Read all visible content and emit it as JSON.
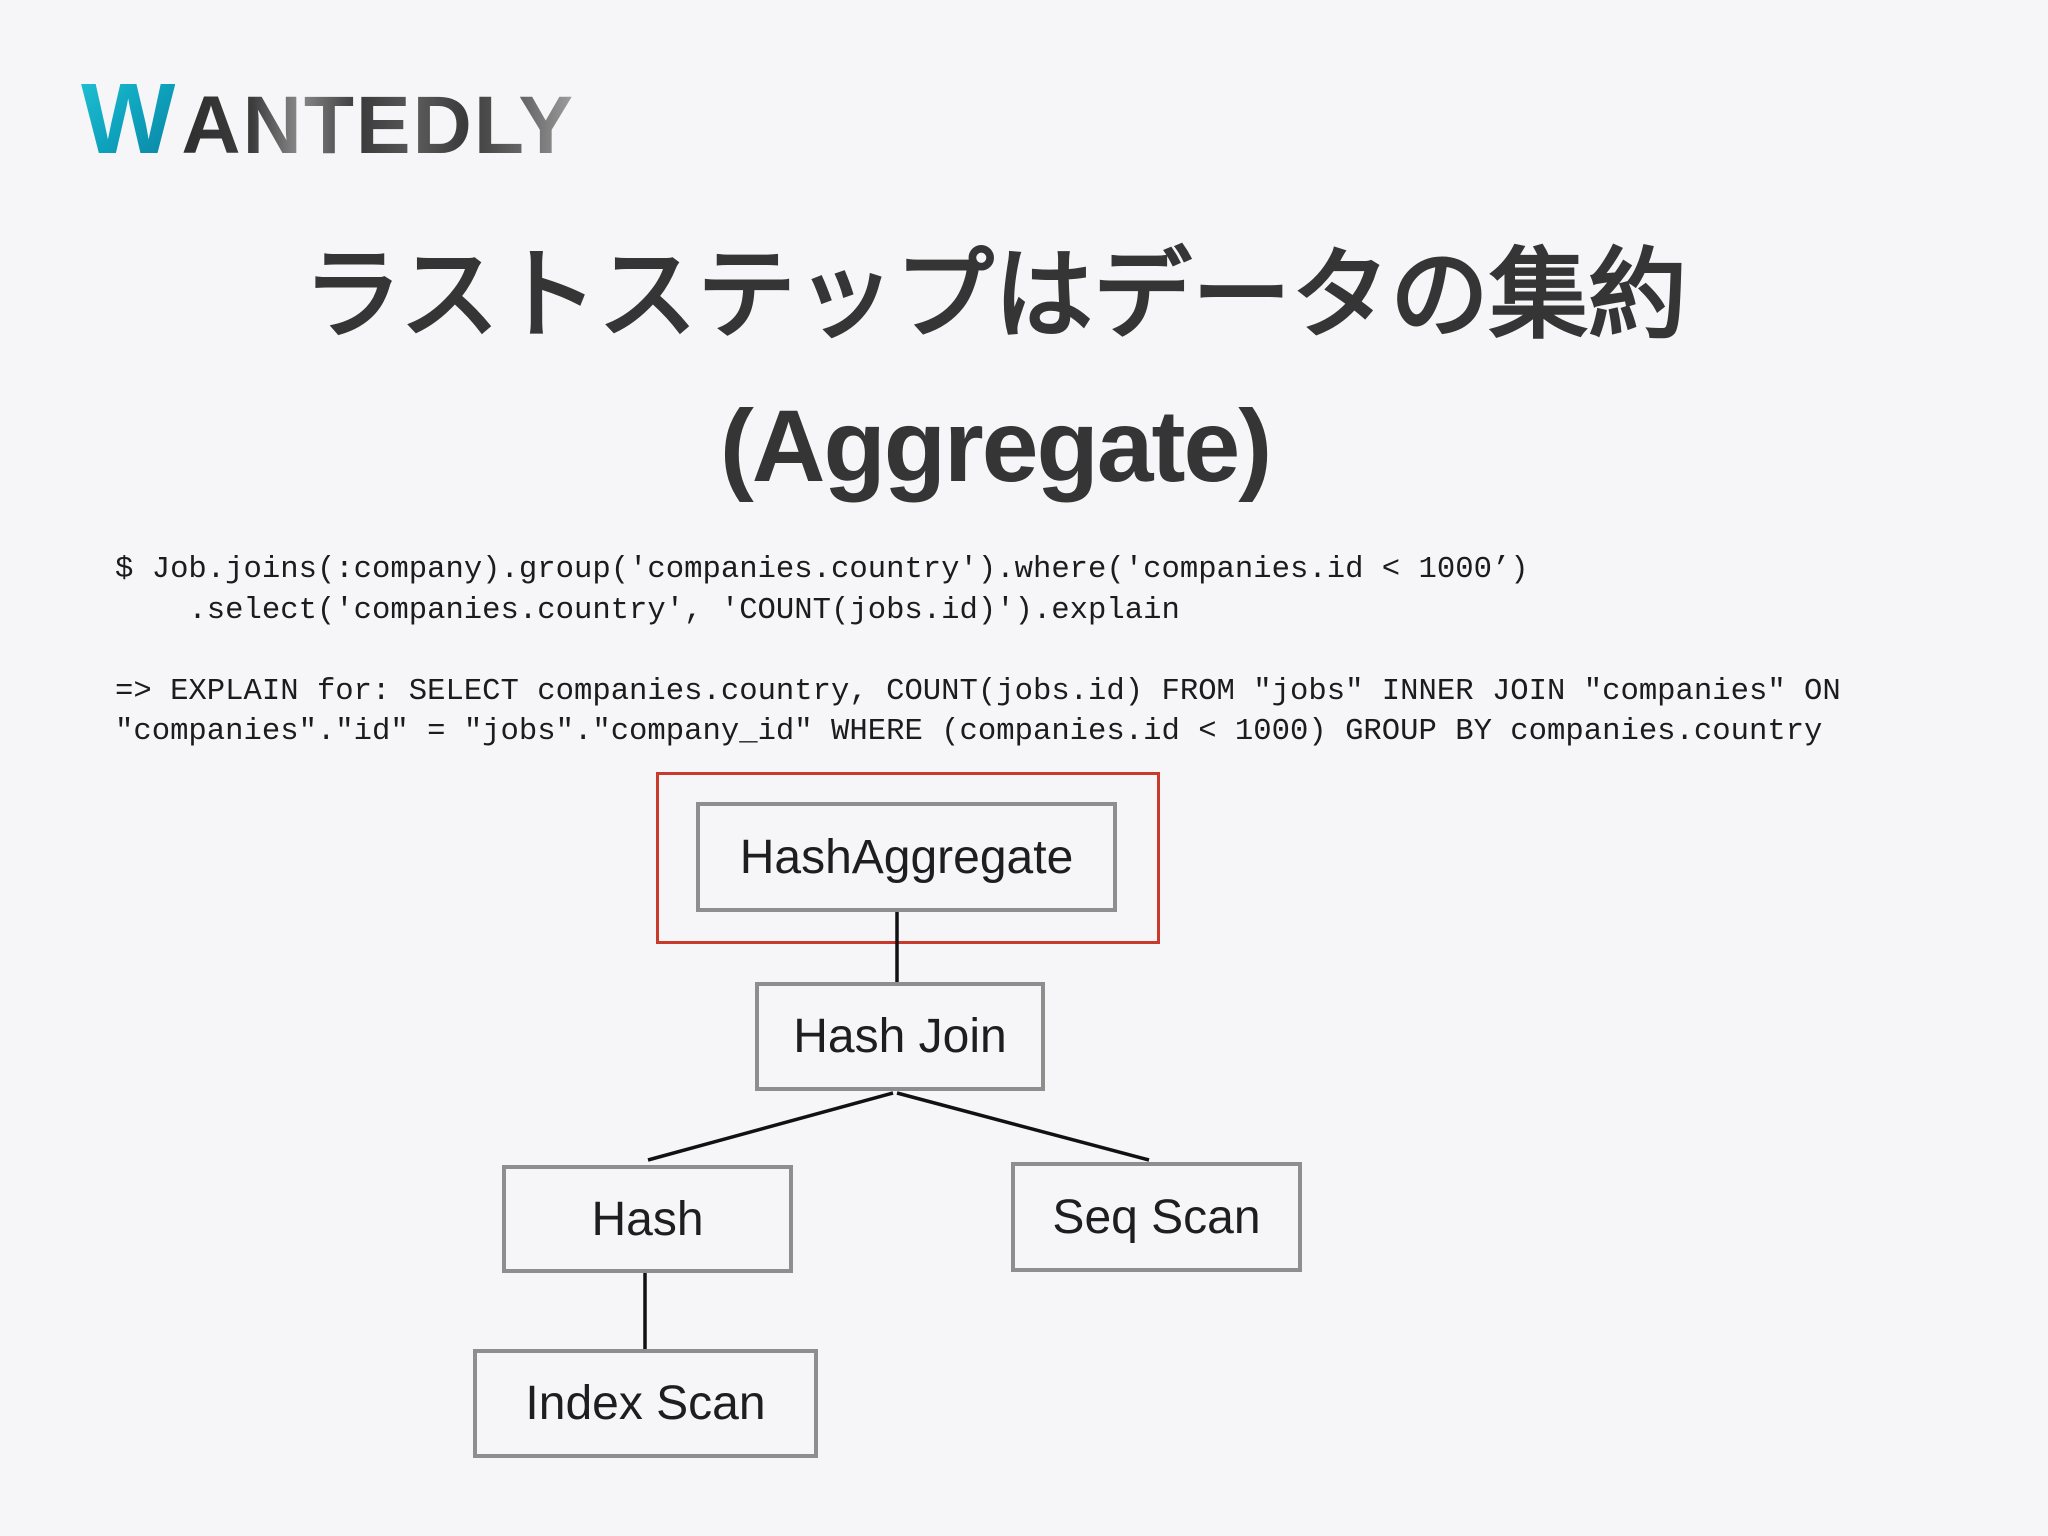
{
  "logo": {
    "initial": "W",
    "rest": "ANTEDLY"
  },
  "title": {
    "line1": "ラストステップはデータの集約",
    "line2": "(Aggregate)"
  },
  "code": {
    "command": [
      "$ Job.joins(:company).group('companies.country').where('companies.id < 1000’)",
      ".select('companies.country', 'COUNT(jobs.id)').explain"
    ],
    "output": [
      "=> EXPLAIN for: SELECT companies.country, COUNT(jobs.id) FROM \"jobs\" INNER JOIN \"companies\" ON",
      "\"companies\".\"id\" = \"jobs\".\"company_id\" WHERE (companies.id < 1000) GROUP BY companies.country"
    ]
  },
  "plan_tree": {
    "label": "HashAggregate",
    "highlighted": true,
    "children": [
      {
        "label": "Hash Join",
        "children": [
          {
            "label": "Hash",
            "children": [
              {
                "label": "Index Scan"
              }
            ]
          },
          {
            "label": "Seq Scan"
          }
        ]
      }
    ]
  },
  "colors": {
    "background": "#f6f6f8",
    "title": "#353535",
    "code": "#1c1c1c",
    "highlight": "#c83a2b",
    "node_border": "#8e8e8e",
    "edge": "#111111",
    "logo_teal": "#0ea3bd"
  }
}
